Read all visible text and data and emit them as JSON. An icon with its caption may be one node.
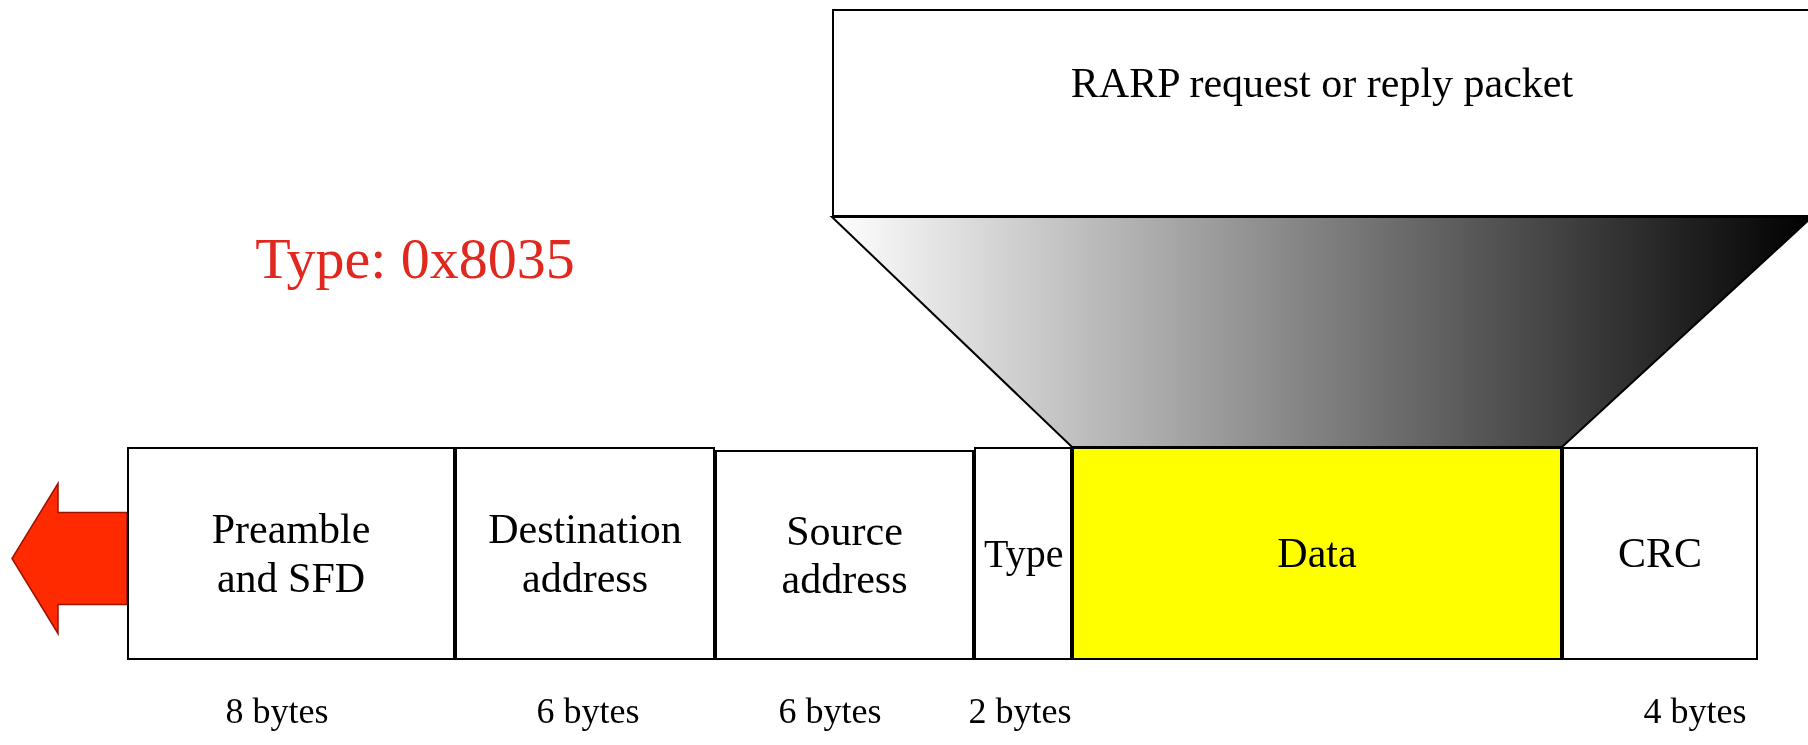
{
  "diagram": {
    "nodes": [
      {
        "text": [
          "RARP request or reply packet"
        ]
      },
      {
        "text": [
          "Preamble and SFD"
        ],
        "beside": [
          "8 bytes"
        ]
      },
      {
        "text": [
          "Destination address"
        ],
        "beside": [
          "6 bytes"
        ]
      },
      {
        "text": [
          "Source address"
        ],
        "beside": [
          "6 bytes"
        ]
      },
      {
        "text": [
          "Type"
        ],
        "beside": [
          "2 bytes"
        ]
      },
      {
        "text": [
          "Data"
        ]
      },
      {
        "text": [
          "CRC"
        ],
        "beside": [
          "4 bytes"
        ]
      }
    ],
    "labels": [
      "Type: 0x8035"
    ]
  }
}
